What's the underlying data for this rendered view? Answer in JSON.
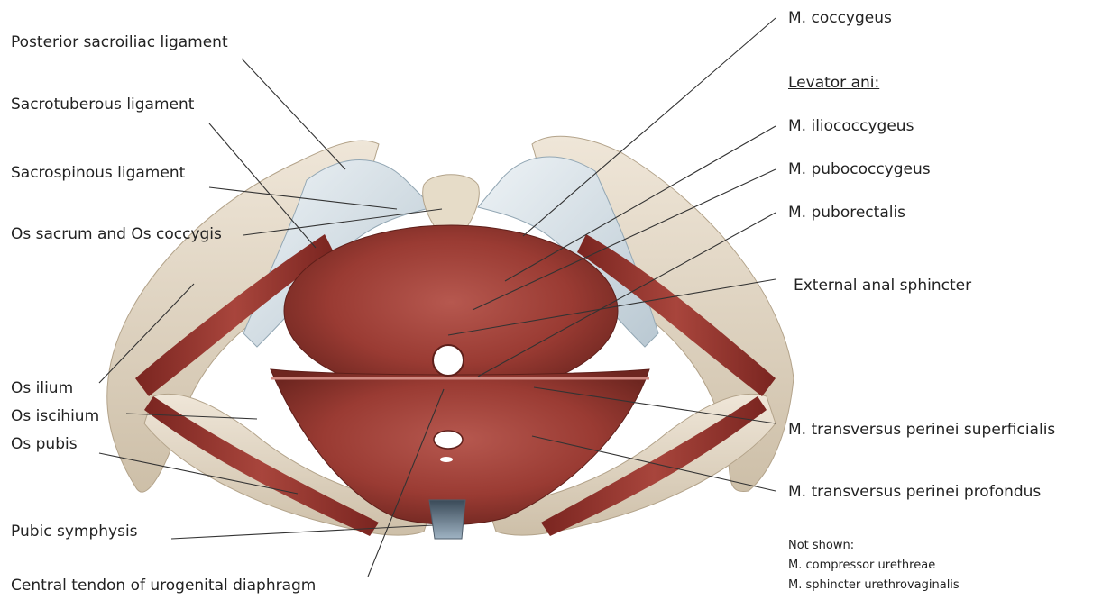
{
  "labels_left": {
    "posterior_sacroiliac": "Posterior sacroiliac ligament",
    "sacrotuberous": "Sacrotuberous ligament",
    "sacrospinous": "Sacrospinous ligament",
    "os_sacrum_coccygis": "Os sacrum and Os coccygis",
    "os_ilium": "Os ilium",
    "os_ischium": "Os iscihium",
    "os_pubis": "Os pubis",
    "pubic_symphysis": "Pubic symphysis",
    "central_tendon": "Central tendon of urogenital diaphragm"
  },
  "labels_right": {
    "coccygeus": "M. coccygeus",
    "levator_ani_heading": "Levator ani:",
    "iliococcygeus": "M. iliococcygeus",
    "pubococcygeus": "M. pubococcygeus",
    "puborectalis": "M. puborectalis",
    "external_anal_sphincter": "External anal sphincter",
    "transversus_superficialis": "M. transversus perinei superficialis",
    "transversus_profundus": "M. transversus perinei profondus"
  },
  "not_shown": {
    "heading": "Not shown:",
    "item1": "M. compressor urethreae",
    "item2": "M. sphincter urethrovaginalis"
  }
}
